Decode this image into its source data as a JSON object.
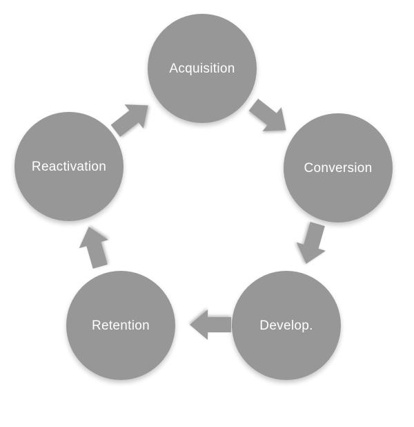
{
  "diagram": {
    "type": "cycle",
    "background_color": "#ffffff",
    "node_fill_color": "#979797",
    "node_text_color": "#ffffff",
    "arrow_fill_color": "#9a9a9a",
    "nodes": [
      {
        "id": "acquisition",
        "label": "Acquisition"
      },
      {
        "id": "conversion",
        "label": "Conversion"
      },
      {
        "id": "develop",
        "label": "Develop."
      },
      {
        "id": "retention",
        "label": "Retention"
      },
      {
        "id": "reactivation",
        "label": "Reactivation"
      }
    ],
    "arrows": [
      {
        "from": "Reactivation",
        "to": "Acquisition"
      },
      {
        "from": "Acquisition",
        "to": "Conversion"
      },
      {
        "from": "Conversion",
        "to": "Develop."
      },
      {
        "from": "Develop.",
        "to": "Retention"
      },
      {
        "from": "Retention",
        "to": "Reactivation"
      }
    ]
  }
}
